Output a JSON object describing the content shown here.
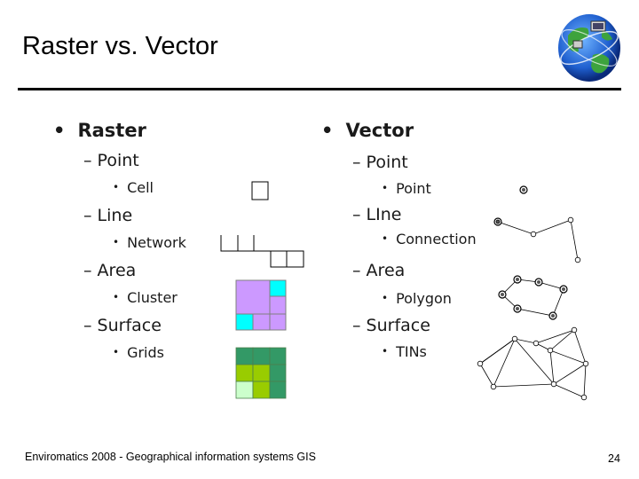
{
  "slide": {
    "title": "Raster vs. Vector",
    "footer": "Enviromatics 2008 - Geographical information systems GIS",
    "page_number": "24"
  },
  "raster": {
    "heading": "Raster",
    "items": [
      {
        "label": "Point",
        "sub": "Cell"
      },
      {
        "label": "Line",
        "sub": "Network"
      },
      {
        "label": "Area",
        "sub": "Cluster"
      },
      {
        "label": "Surface",
        "sub": "Grids"
      }
    ]
  },
  "vector": {
    "heading": "Vector",
    "items": [
      {
        "label": "Point",
        "sub": "Point"
      },
      {
        "label": "LIne",
        "sub": "Connection"
      },
      {
        "label": "Area",
        "sub": "Polygon"
      },
      {
        "label": "Surface",
        "sub": "TINs"
      }
    ]
  },
  "bullets": {
    "level1": "•",
    "level2": "–",
    "level3": "•"
  },
  "colors": {
    "cluster_fill": "#cc99ff",
    "cluster_accent": "#00ffff",
    "grid_dark": "#339966",
    "grid_mid": "#99cc00",
    "grid_light": "#ccffcc"
  }
}
